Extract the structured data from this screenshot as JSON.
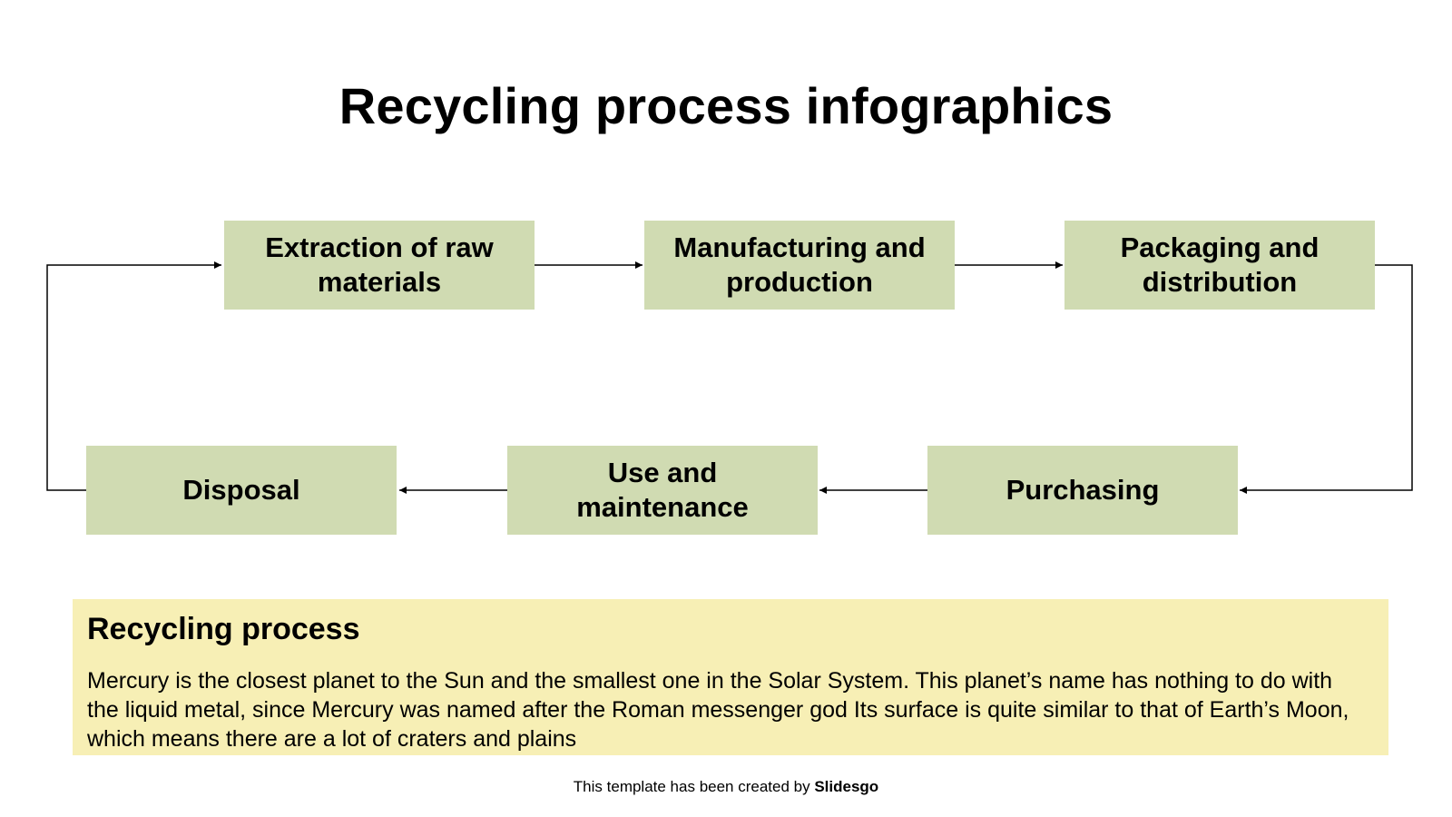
{
  "title": "Recycling process infographics",
  "colors": {
    "step_fill": "#d0dbb2",
    "info_fill": "#f7efb5",
    "connector": "#000000"
  },
  "steps": [
    {
      "label": "Extraction of raw materials"
    },
    {
      "label": "Manufacturing and production"
    },
    {
      "label": "Packaging and distribution"
    },
    {
      "label": "Purchasing"
    },
    {
      "label": "Use and maintenance"
    },
    {
      "label": "Disposal"
    }
  ],
  "info": {
    "heading": "Recycling process",
    "body": "Mercury is the closest planet to the Sun and the smallest one in the Solar System. This planet’s name has nothing to do with the liquid metal, since Mercury was named after the Roman messenger god Its surface is quite similar to that of Earth’s Moon, which means there are a lot of craters and plains"
  },
  "credit": {
    "prefix": "This template has been created by ",
    "brand": "Slidesgo"
  }
}
